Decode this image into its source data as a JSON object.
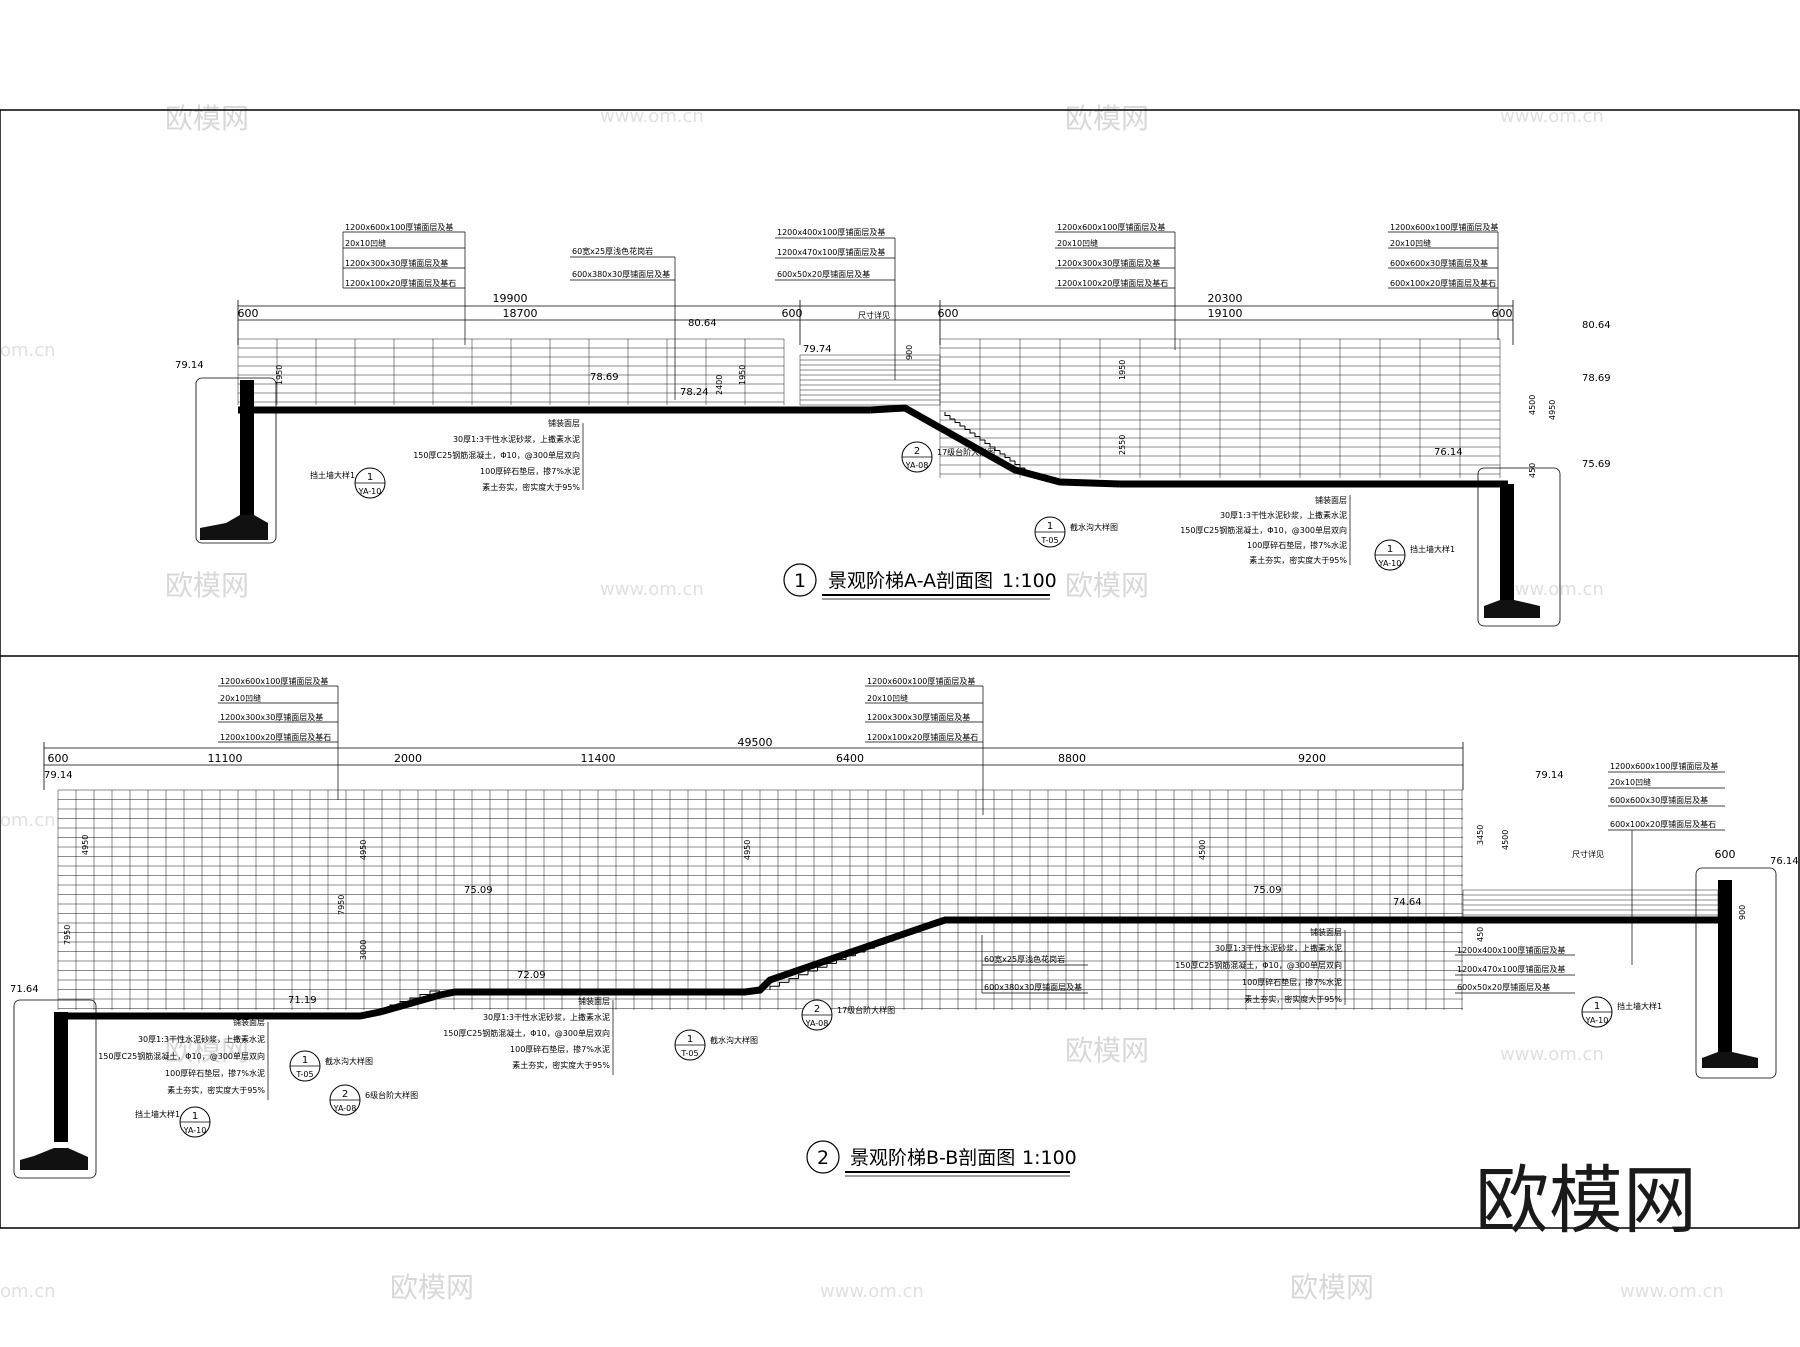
{
  "watermark": {
    "brand": "欧模网",
    "url": "www.om.cn",
    "url_short": "om.cn"
  },
  "section_a": {
    "number": "1",
    "title": "景观阶梯A-A剖面图",
    "scale": "1:100",
    "dims_top": [
      "19900",
      "20300"
    ],
    "dims_sub": [
      "600",
      "18700",
      "600",
      "600",
      "19100",
      "600"
    ],
    "levels": [
      "79.14",
      "78.69",
      "80.64",
      "78.24",
      "79.74",
      "80.64",
      "78.69",
      "75.69",
      "76.14"
    ],
    "vert_dims": [
      "1950",
      "2400",
      "1950",
      "900",
      "1950",
      "2550",
      "4500",
      "4950",
      "450"
    ],
    "callout_left": [
      "1200x600x100厚铺面层及基",
      "20x10凹缝",
      "1200x300x30厚铺面层及基",
      "1200x100x20厚铺面层及基石"
    ],
    "callout_mid1": [
      "60宽x25厚浅色花岗岩",
      "600x380x30厚铺面层及基"
    ],
    "callout_mid2": [
      "1200x400x100厚铺面层及基",
      "1200x470x100厚铺面层及基",
      "600x50x20厚铺面层及基"
    ],
    "callout_right": [
      "1200x600x100厚铺面层及基",
      "20x10凹缝",
      "1200x300x30厚铺面层及基",
      "1200x100x20厚铺面层及基石"
    ],
    "callout_far_right": [
      "1200x600x100厚铺面层及基",
      "20x10凹缝",
      "600x600x30厚铺面层及基",
      "600x100x20厚铺面层及基石"
    ],
    "layers_left": [
      "铺装面层",
      "30厚1:3干性水泥砂浆，上撒素水泥",
      "150厚C25钢筋混凝土，Φ10，@300单层双向",
      "100厚碎石垫层，掺7%水泥",
      "素土夯实，密实度大于95%"
    ],
    "layers_right": [
      "铺装面层",
      "30厚1:3干性水泥砂浆，上撒素水泥",
      "150厚C25钢筋混凝土，Φ10，@300单层双向",
      "100厚碎石垫层，掺7%水泥",
      "素土夯实，密实度大于95%"
    ],
    "mid_label": "尺寸详见",
    "detail_refs": [
      {
        "num": "1",
        "sheet": "YA-10",
        "text": "挡土墙大样1"
      },
      {
        "num": "2",
        "sheet": "YA-08",
        "text": "17级台阶大样图"
      },
      {
        "num": "1",
        "sheet": "T-05",
        "text": "截水沟大样图"
      },
      {
        "num": "1",
        "sheet": "YA-10",
        "text": "挡土墙大样1"
      }
    ]
  },
  "section_b": {
    "number": "2",
    "title": "景观阶梯B-B剖面图",
    "scale": "1:100",
    "dim_total": "49500",
    "dims_sub": [
      "600",
      "11100",
      "2000",
      "11400",
      "6400",
      "8800",
      "9200",
      "600"
    ],
    "levels": [
      "79.14",
      "79.14",
      "76.14",
      "71.64",
      "71.19",
      "72.09",
      "75.09",
      "75.09",
      "74.64"
    ],
    "vert_dims": [
      "4950",
      "7950",
      "3000",
      "4950",
      "7950",
      "4950",
      "4500",
      "3450",
      "4500",
      "450",
      "900"
    ],
    "callout_left": [
      "1200x600x100厚铺面层及基",
      "20x10凹缝",
      "1200x300x30厚铺面层及基",
      "1200x100x20厚铺面层及基石"
    ],
    "callout_mid": [
      "1200x600x100厚铺面层及基",
      "20x10凹缝",
      "1200x300x30厚铺面层及基",
      "1200x100x20厚铺面层及基石"
    ],
    "callout_right": [
      "1200x600x100厚铺面层及基",
      "20x10凹缝",
      "600x600x30厚铺面层及基",
      "600x100x20厚铺面层及基石"
    ],
    "callout_stair": [
      "60宽x25厚浅色花岗岩",
      "600x380x30厚铺面层及基"
    ],
    "callout_step": [
      "1200x400x100厚铺面层及基",
      "1200x470x100厚铺面层及基",
      "600x50x20厚铺面层及基"
    ],
    "layers_left": [
      "铺装面层",
      "30厚1:3干性水泥砂浆，上撒素水泥",
      "150厚C25钢筋混凝土，Φ10，@300单层双向",
      "100厚碎石垫层，掺7%水泥",
      "素土夯实，密实度大于95%"
    ],
    "layers_mid": [
      "铺装面层",
      "30厚1:3干性水泥砂浆，上撒素水泥",
      "150厚C25钢筋混凝土，Φ10，@300单层双向",
      "100厚碎石垫层，掺7%水泥",
      "素土夯实，密实度大于95%"
    ],
    "layers_right": [
      "铺装面层",
      "30厚1:3干性水泥砂浆，上撒素水泥",
      "150厚C25钢筋混凝土，Φ10，@300单层双向",
      "100厚碎石垫层，掺7%水泥",
      "素土夯实，密实度大于95%"
    ],
    "mid_label": "尺寸详见",
    "detail_refs": [
      {
        "num": "1",
        "sheet": "T-05",
        "text": "截水沟大样图"
      },
      {
        "num": "2",
        "sheet": "YA-08",
        "text": "6级台阶大样图"
      },
      {
        "num": "1",
        "sheet": "YA-10",
        "text": "挡土墙大样1"
      },
      {
        "num": "1",
        "sheet": "T-05",
        "text": "截水沟大样图"
      },
      {
        "num": "2",
        "sheet": "YA-08",
        "text": "17级台阶大样图"
      },
      {
        "num": "1",
        "sheet": "YA-10",
        "text": "挡土墙大样1"
      }
    ]
  }
}
